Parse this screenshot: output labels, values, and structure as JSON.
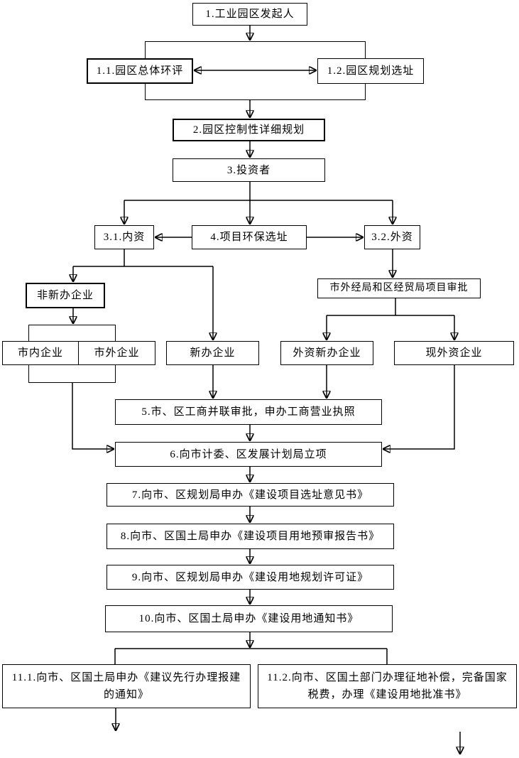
{
  "diagram": {
    "type": "flowchart",
    "colors": {
      "background": "#ffffff",
      "line": "#000000",
      "box_border": "#000000",
      "text": "#000000"
    },
    "nodes": {
      "initiator": {
        "label": "1.工业园区发起人"
      },
      "overall_eia": {
        "label": "1.1.园区总体环评"
      },
      "planning_site": {
        "label": "1.2.园区规划选址"
      },
      "detailed_plan": {
        "label": "2.园区控制性详细规划"
      },
      "investor": {
        "label": "3.投资者"
      },
      "domestic": {
        "label": "3.1.内资"
      },
      "project_env_site": {
        "label": "4.项目环保选址"
      },
      "foreign": {
        "label": "3.2.外资"
      },
      "non_new_enterprise": {
        "label": "非新办企业"
      },
      "foreign_econ_approval": {
        "label": "市外经局和区经贸局项目审批"
      },
      "city_enterprise": {
        "label": "市内企业"
      },
      "outside_city_enterprise": {
        "label": "市外企业"
      },
      "new_enterprise": {
        "label": "新办企业"
      },
      "foreign_new_enterprise": {
        "label": "外资新办企业"
      },
      "existing_foreign_enterprise": {
        "label": "现外资企业"
      },
      "step5": {
        "label": "5.市、区工商并联审批，申办工商营业执照"
      },
      "step6": {
        "label": "6.向市计委、区发展计划局立项"
      },
      "step7": {
        "label": "7.向市、区规划局申办《建设项目选址意见书》"
      },
      "step8": {
        "label": "8.向市、区国土局申办《建设项目用地预审报告书》"
      },
      "step9": {
        "label": "9.向市、区规划局申办《建设用地规划许可证》"
      },
      "step10": {
        "label": "10.向市、区国土局申办《建设用地通知书》"
      },
      "step11_1": {
        "label": "11.1.向市、区国土局申办《建议先行办理报建的通知》"
      },
      "step11_2": {
        "label": "11.2.向市、区国土部门办理征地补偿，完备国家税费，办理《建设用地批准书》"
      }
    },
    "edges": [
      {
        "from": "initiator",
        "to": "planning_group",
        "style": "arrow"
      },
      {
        "from": "overall_eia",
        "to": "planning_site",
        "style": "double-arrow"
      },
      {
        "from": "planning_group",
        "to": "detailed_plan",
        "style": "arrow"
      },
      {
        "from": "detailed_plan",
        "to": "investor",
        "style": "arrow"
      },
      {
        "from": "investor",
        "to": "domestic",
        "style": "arrow"
      },
      {
        "from": "investor",
        "to": "project_env_site",
        "style": "arrow"
      },
      {
        "from": "investor",
        "to": "foreign",
        "style": "arrow"
      },
      {
        "from": "project_env_site",
        "to": "domestic",
        "style": "arrow"
      },
      {
        "from": "project_env_site",
        "to": "foreign",
        "style": "arrow"
      },
      {
        "from": "domestic",
        "to": "non_new_enterprise",
        "style": "arrow"
      },
      {
        "from": "domestic",
        "to": "new_enterprise",
        "style": "arrow"
      },
      {
        "from": "foreign",
        "to": "foreign_econ_approval",
        "style": "arrow"
      },
      {
        "from": "foreign_econ_approval",
        "to": "foreign_new_enterprise",
        "style": "arrow"
      },
      {
        "from": "foreign_econ_approval",
        "to": "existing_foreign_enterprise",
        "style": "arrow"
      },
      {
        "from": "non_new_enterprise",
        "to": "enterprise_group",
        "style": "arrow"
      },
      {
        "from": "enterprise_group",
        "to": "step6",
        "style": "arrow"
      },
      {
        "from": "new_enterprise",
        "to": "step5",
        "style": "arrow"
      },
      {
        "from": "foreign_new_enterprise",
        "to": "step5",
        "style": "arrow"
      },
      {
        "from": "existing_foreign_enterprise",
        "to": "step6",
        "style": "arrow"
      },
      {
        "from": "step5",
        "to": "step6",
        "style": "arrow"
      },
      {
        "from": "step6",
        "to": "step7",
        "style": "arrow"
      },
      {
        "from": "step7",
        "to": "step8",
        "style": "arrow"
      },
      {
        "from": "step8",
        "to": "step9",
        "style": "arrow"
      },
      {
        "from": "step9",
        "to": "step10",
        "style": "arrow"
      },
      {
        "from": "step10",
        "to": "step11_1",
        "style": "line"
      },
      {
        "from": "step10",
        "to": "step11_2",
        "style": "line"
      },
      {
        "from": "step11_1",
        "to": "below",
        "style": "arrow"
      },
      {
        "from": "step11_2",
        "to": "below",
        "style": "arrow"
      }
    ]
  }
}
